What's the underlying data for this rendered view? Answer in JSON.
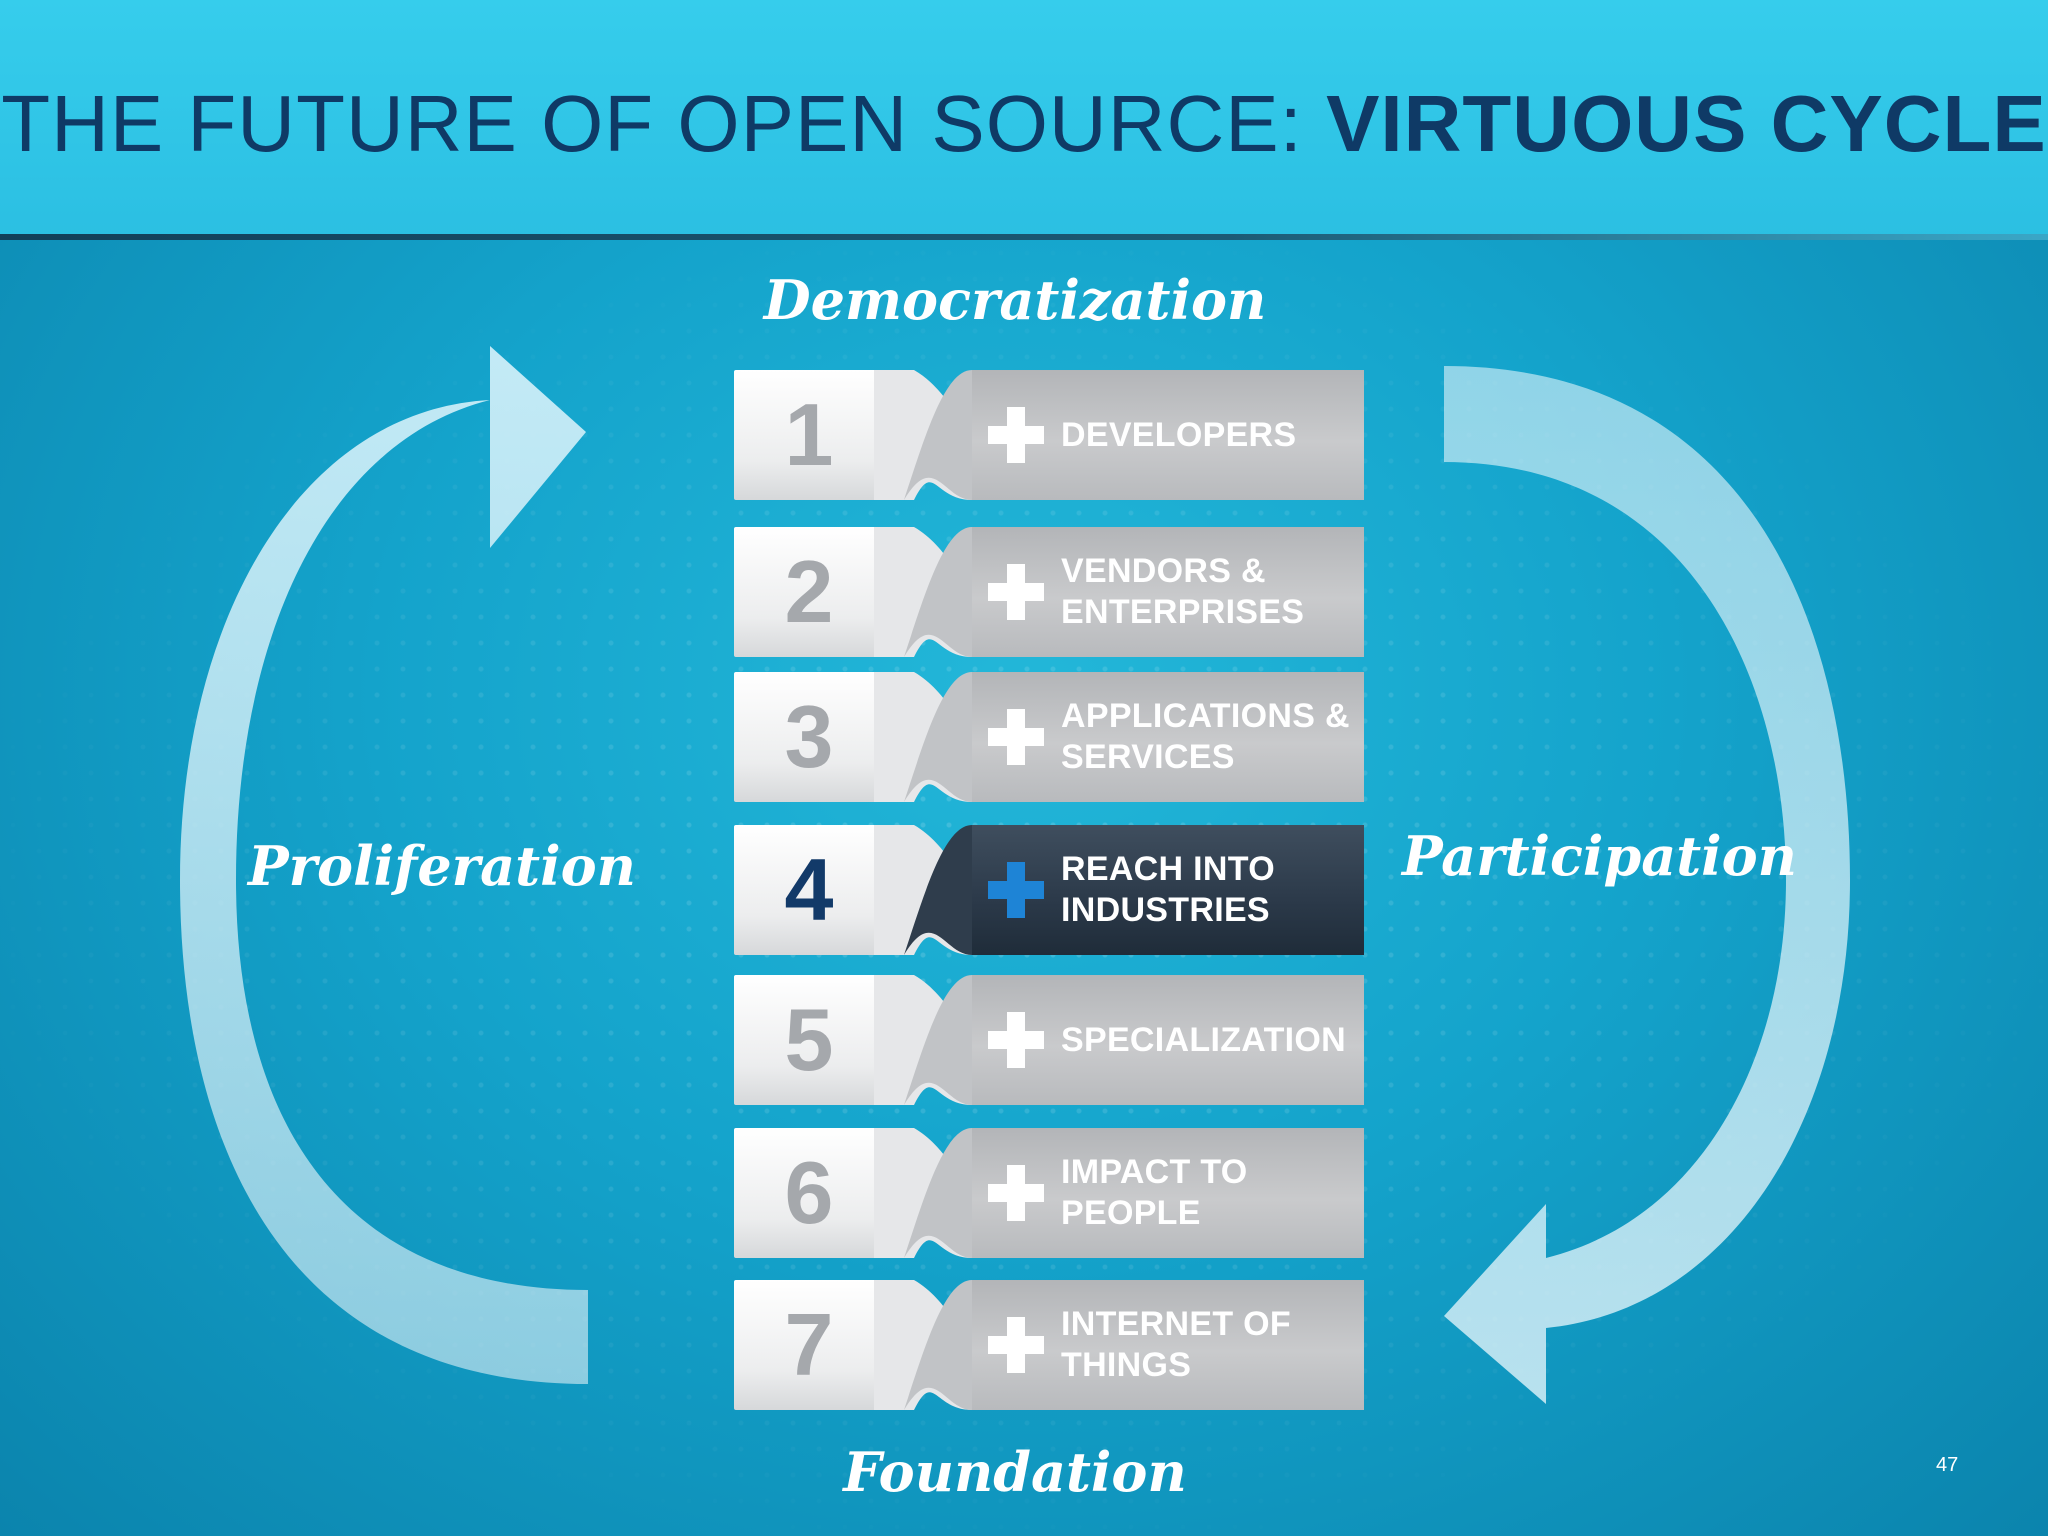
{
  "title": {
    "normal": "THE FUTURE OF OPEN SOURCE:",
    "bold": "VIRTUOUS CYCLE"
  },
  "cycle_labels": {
    "top": "Democratization",
    "bottom": "Foundation",
    "left": "Proliferation",
    "right": "Participation"
  },
  "steps": [
    {
      "number": "1",
      "label": "DEVELOPERS"
    },
    {
      "number": "2",
      "label": "VENDORS &\nENTERPRISES"
    },
    {
      "number": "3",
      "label": "APPLICATIONS &\nSERVICES"
    },
    {
      "number": "4",
      "label": "REACH INTO\nINDUSTRIES",
      "highlighted": true
    },
    {
      "number": "5",
      "label": "SPECIALIZATION"
    },
    {
      "number": "6",
      "label": "IMPACT TO\nPEOPLE"
    },
    {
      "number": "7",
      "label": "INTERNET OF\nTHINGS"
    }
  ],
  "page_number": "47",
  "colors": {
    "title": "#0f3a66",
    "highlight_number": "#123a69",
    "highlight_plus": "#1e84d6"
  },
  "icons": {
    "step_marker": "plus-icon",
    "cycle": "curved-arrow-icon"
  }
}
